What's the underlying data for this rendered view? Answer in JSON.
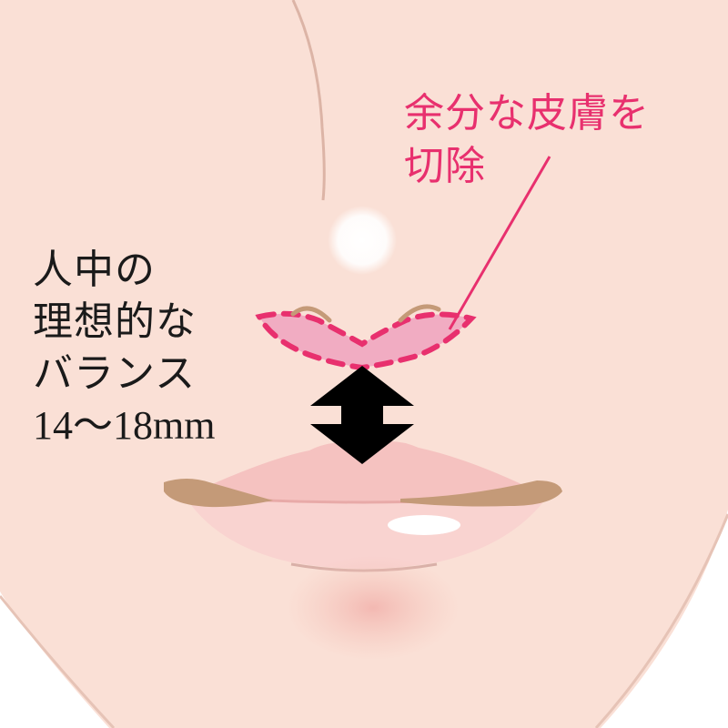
{
  "labels": {
    "ideal_philtrum": [
      "人中の",
      "理想的な",
      "バランス",
      "14〜18mm"
    ],
    "excision": [
      "余分な皮膚を",
      "切除"
    ]
  },
  "colors": {
    "face": "#fae0d6",
    "outline": "#e6c3b6",
    "accent": "#e8306e",
    "excision_fill": "#f0a6c0",
    "lip_upper": "#f5c2c0",
    "lip_lower": "#f9d3d0",
    "brow_brown": "#c49a78",
    "arrow": "#000000"
  }
}
